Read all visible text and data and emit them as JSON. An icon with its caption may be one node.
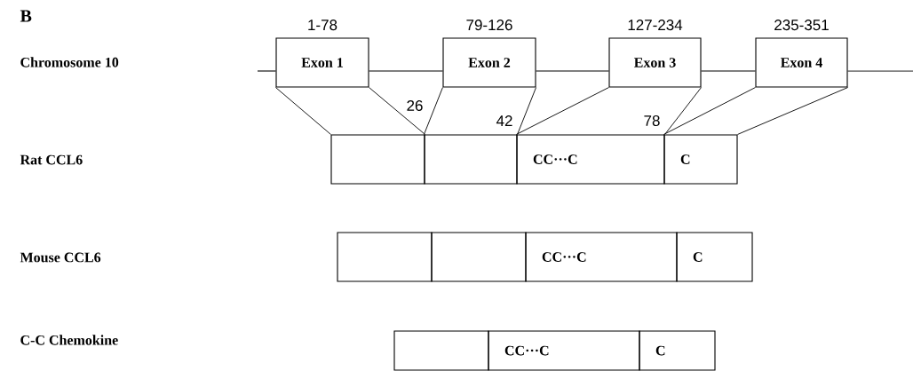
{
  "diagram": {
    "nodes": [
      {
        "text": [
          "Exon 1"
        ],
        "beside": [
          "1-78"
        ]
      },
      {
        "text": [
          "Exon 2"
        ],
        "beside": [
          "79-126"
        ]
      },
      {
        "text": [
          "Exon 3"
        ],
        "beside": [
          "127-234"
        ]
      },
      {
        "text": [
          "Exon 4"
        ],
        "beside": [
          "235-351"
        ]
      },
      {
        "text": [],
        "shape": "box"
      },
      {
        "text": [],
        "shape": "box"
      },
      {
        "text": [
          "CC···C"
        ]
      },
      {
        "text": [
          "C"
        ]
      },
      {
        "text": [],
        "shape": "box"
      },
      {
        "text": [],
        "shape": "box"
      },
      {
        "text": [
          "CC···C"
        ]
      },
      {
        "text": [
          "C"
        ]
      },
      {
        "text": [],
        "shape": "box"
      },
      {
        "text": [
          "CC···C"
        ]
      },
      {
        "text": [
          "C"
        ]
      }
    ],
    "edges": [
      {
        "from": null,
        "to": 0,
        "arrow": "none"
      },
      {
        "from": 0,
        "to": 1,
        "arrow": "none"
      },
      {
        "from": 1,
        "to": 2,
        "arrow": "none"
      },
      {
        "from": 2,
        "to": 3,
        "arrow": "none"
      },
      {
        "from": 3,
        "to": null,
        "arrow": "none"
      },
      {
        "from": 0,
        "to": 4,
        "arrow": "none"
      },
      {
        "from": 0,
        "to": 4,
        "arrow": "none"
      },
      {
        "from": 1,
        "to": 5,
        "arrow": "none"
      },
      {
        "from": 1,
        "to": 5,
        "arrow": "none"
      },
      {
        "from": 2,
        "to": 6,
        "arrow": "none"
      },
      {
        "from": 2,
        "to": 6,
        "arrow": "none"
      },
      {
        "from": 3,
        "to": 7,
        "arrow": "none"
      },
      {
        "from": 3,
        "to": 7,
        "arrow": "none"
      }
    ],
    "labels": [
      "B",
      "Chromosome 10",
      "Rat CCL6",
      "Mouse CCL6",
      "C-C Chemokine",
      "26",
      "42",
      "78"
    ]
  }
}
